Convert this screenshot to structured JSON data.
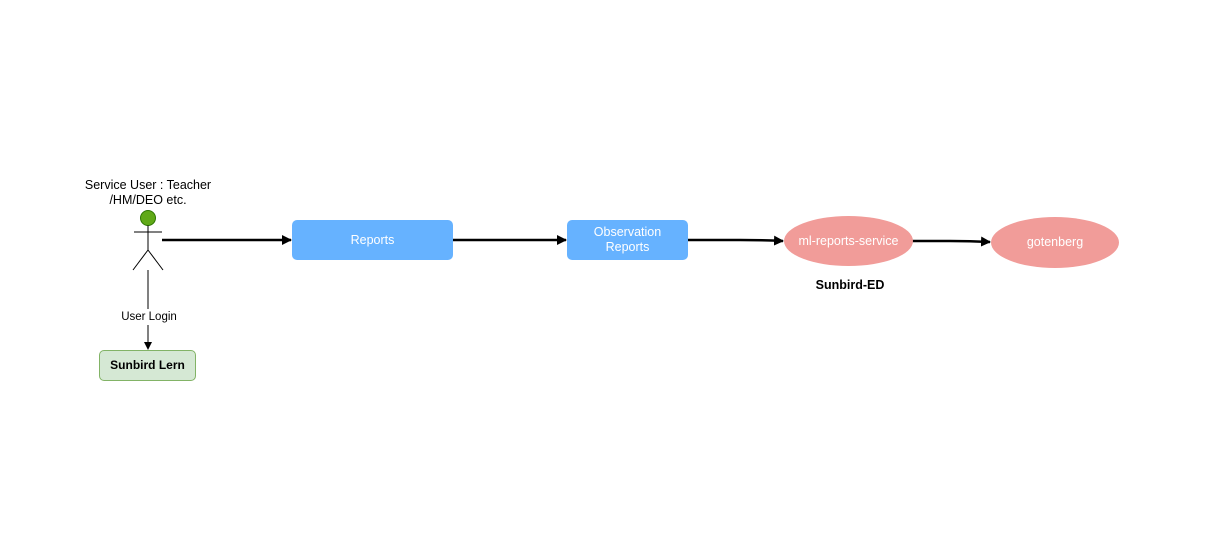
{
  "actor": {
    "label": "Service User : Teacher\n/HM/DEO etc.",
    "head_color": "#60a917"
  },
  "nodes": {
    "reports": {
      "label": "Reports",
      "color": "#66b2ff"
    },
    "observation_reports": {
      "label": "Observation\nReports",
      "color": "#66b2ff"
    },
    "ml_reports_service": {
      "label": "ml-reports-service",
      "color": "#f19c99"
    },
    "gotenberg": {
      "label": "gotenberg",
      "color": "#f19c99"
    },
    "sunbird_lern": {
      "label": "Sunbird Lern",
      "color": "#d5e8d4"
    }
  },
  "edges": {
    "login_label": "User Login"
  },
  "group_label": "Sunbird-ED"
}
